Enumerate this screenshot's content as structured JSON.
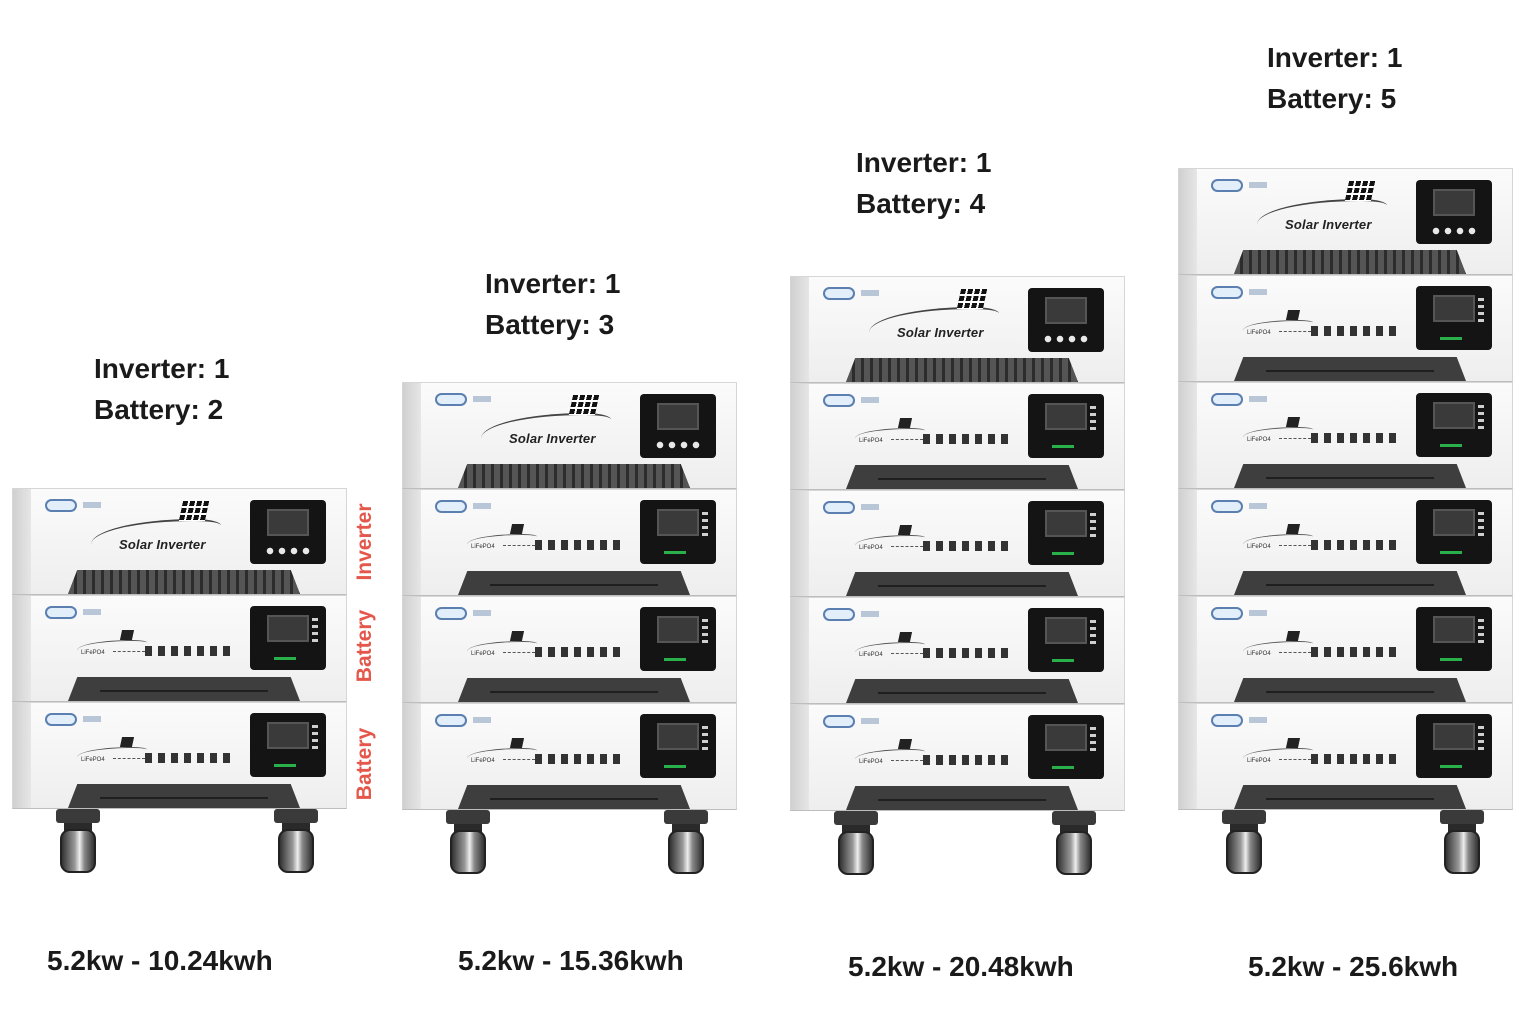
{
  "configurations": [
    {
      "inverter_label": "Inverter: 1",
      "battery_label": "Battery: 2",
      "inverter_count": 1,
      "battery_count": 2,
      "spec": "5.2kw - 10.24kwh"
    },
    {
      "inverter_label": "Inverter: 1",
      "battery_label": "Battery: 3",
      "inverter_count": 1,
      "battery_count": 3,
      "spec": "5.2kw - 15.36kwh"
    },
    {
      "inverter_label": "Inverter: 1",
      "battery_label": "Battery: 4",
      "inverter_count": 1,
      "battery_count": 4,
      "spec": "5.2kw - 20.48kwh"
    },
    {
      "inverter_label": "Inverter: 1",
      "battery_label": "Battery: 5",
      "inverter_count": 1,
      "battery_count": 5,
      "spec": "5.2kw - 25.6kwh"
    }
  ],
  "unit_text": {
    "inverter_brand": "Solar Inverter",
    "battery_model": "LiFePO4"
  },
  "side_labels": {
    "inverter": "Inverter",
    "battery": "Battery"
  },
  "colors": {
    "side_label": "#e4574a",
    "text": "#1a1a1a",
    "screen": "#141414",
    "status_led": "#29b04b"
  }
}
